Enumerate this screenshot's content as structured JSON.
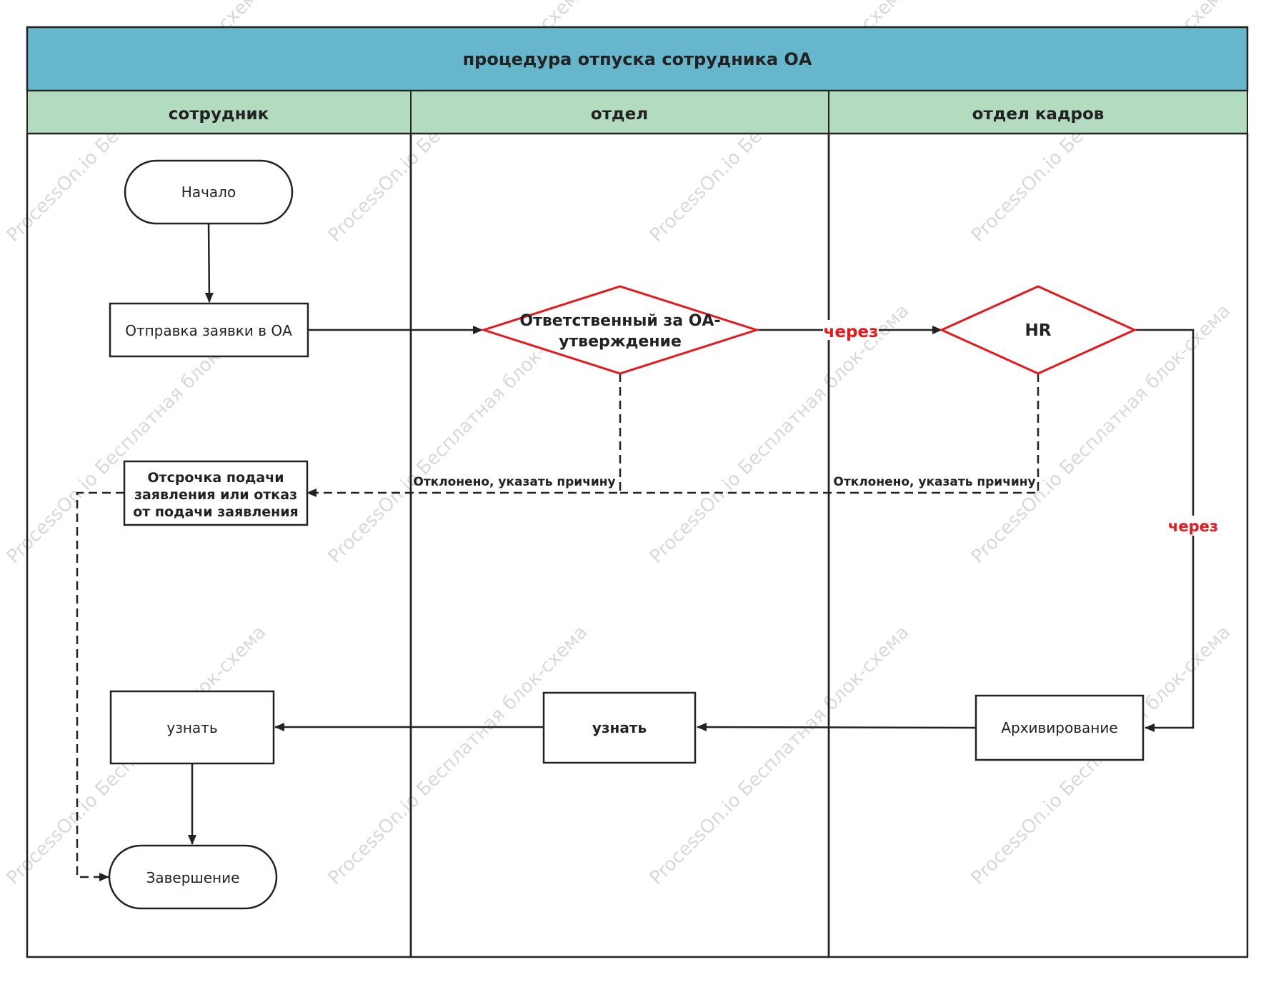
{
  "diagram": {
    "title": "процедура отпуска сотрудника ОА",
    "lanes": [
      {
        "label": "сотрудник"
      },
      {
        "label": "отдел"
      },
      {
        "label": "отдел кадров"
      }
    ],
    "nodes": {
      "start": "Начало",
      "submit": "Отправка заявки в ОА",
      "approve_line1": "Ответственный за ОА-",
      "approve_line2": "утверждение",
      "hr": "HR",
      "deferral_line1": "Отсрочка подачи",
      "deferral_line2": "заявления или отказ",
      "deferral_line3": "от подачи заявления",
      "archive": "Архивирование",
      "learn_dept": "узнать",
      "learn_employee": "узнать",
      "end": "Завершение"
    },
    "edge_labels": {
      "via_approve_hr": "через",
      "via_hr_archive": "через",
      "rejected_dept": "Отклонено, указать причину",
      "rejected_hr": "Отклонено, указать причину"
    },
    "watermark": "ProcessOn.io Бесплатная блок-схема",
    "colors": {
      "title_bg": "#67b7cc",
      "lane_header_bg": "#b3dbc0",
      "decision_stroke": "#e8171b",
      "via_label": "#e8171b",
      "line": "#222222"
    }
  }
}
